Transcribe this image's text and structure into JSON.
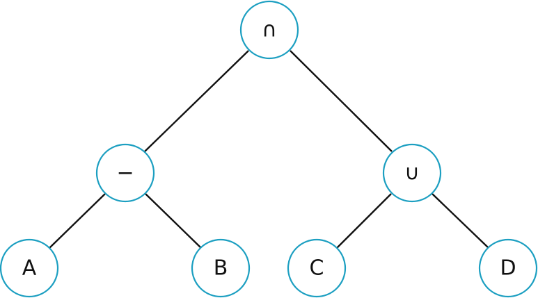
{
  "colors": {
    "node_border": "#1c9fc1",
    "edge": "#111111",
    "label": "#111111",
    "background": "#ffffff"
  },
  "tree": {
    "root": {
      "label": "∩",
      "left": {
        "label": "−",
        "left": {
          "label": "A"
        },
        "right": {
          "label": "B"
        }
      },
      "right": {
        "label": "∪",
        "left": {
          "label": "C"
        },
        "right": {
          "label": "D"
        }
      }
    }
  }
}
